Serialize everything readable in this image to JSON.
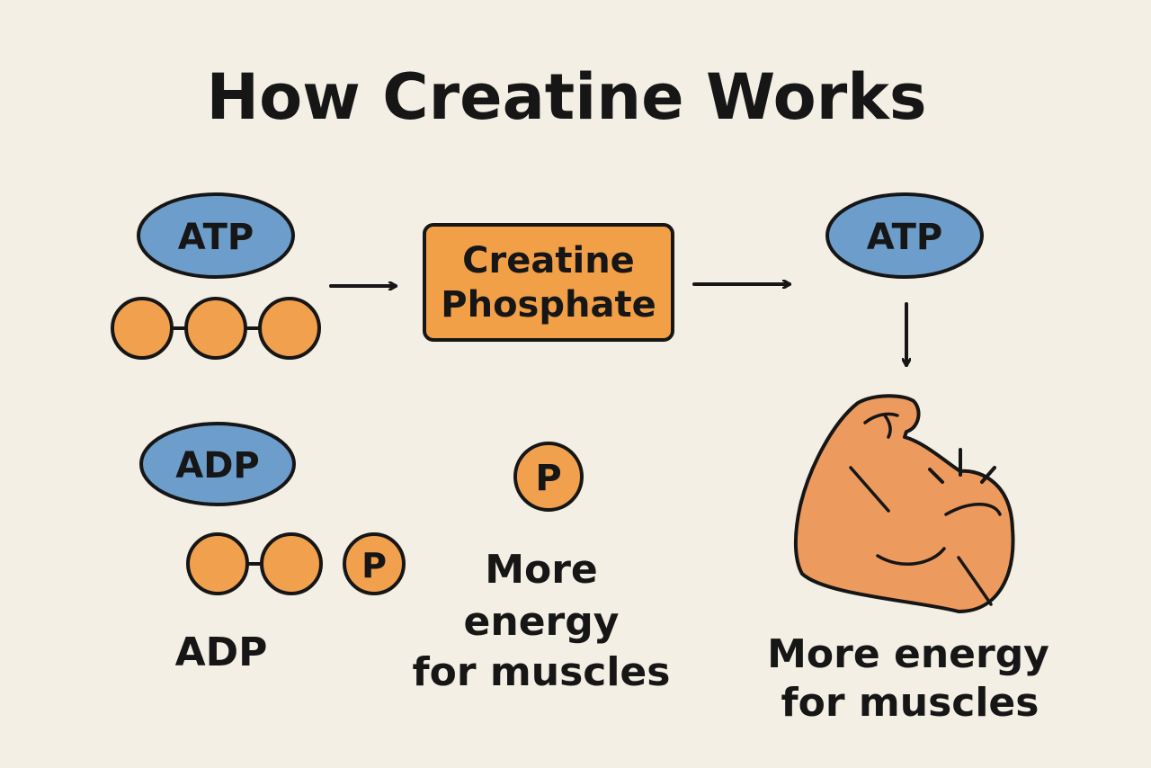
{
  "title": "How Creatine Works",
  "colors": {
    "background": "#f4efe4",
    "ellipse_fill": "#6d9dcb",
    "phosphate_fill": "#f1a04e",
    "box_fill": "#f2a047",
    "arm_fill": "#ec9a5e",
    "outline": "#161616"
  },
  "nodes": {
    "atp_left": "ATP",
    "creatine_line1": "Creatine",
    "creatine_line2": "Phosphate",
    "atp_right": "ATP",
    "adp_ellipse": "ADP",
    "phosphate_small": "P",
    "phosphate_free": "P",
    "adp_caption": "ADP"
  },
  "captions": {
    "middle": [
      "More",
      "energy",
      "for muscles"
    ],
    "right": [
      "More energy",
      "for muscles"
    ]
  },
  "icons": {
    "arm": "flexed-arm-icon",
    "arrows": "arrow-right-icon",
    "arrow_down": "arrow-down-icon"
  }
}
